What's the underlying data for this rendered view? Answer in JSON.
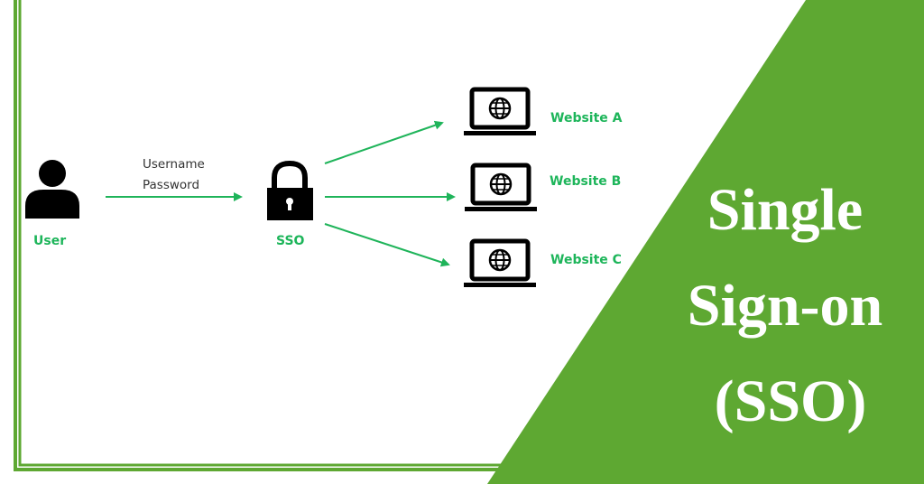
{
  "colors": {
    "brand_green": "#5ea832",
    "label_green": "#1db55a",
    "arrow_green": "#1fb45a",
    "icon_black": "#000000"
  },
  "user": {
    "label": "User",
    "icon": "user-icon"
  },
  "credentials": {
    "line1": "Username",
    "line2": "Password"
  },
  "sso": {
    "label": "SSO",
    "icon": "padlock-icon"
  },
  "websites": [
    {
      "label": "Website A",
      "icon": "laptop-globe-icon"
    },
    {
      "label": "Website B",
      "icon": "laptop-globe-icon"
    },
    {
      "label": "Website C",
      "icon": "laptop-globe-icon"
    }
  ],
  "title": {
    "line1": "Single",
    "line2": "Sign-on",
    "line3": "(SSO)"
  }
}
